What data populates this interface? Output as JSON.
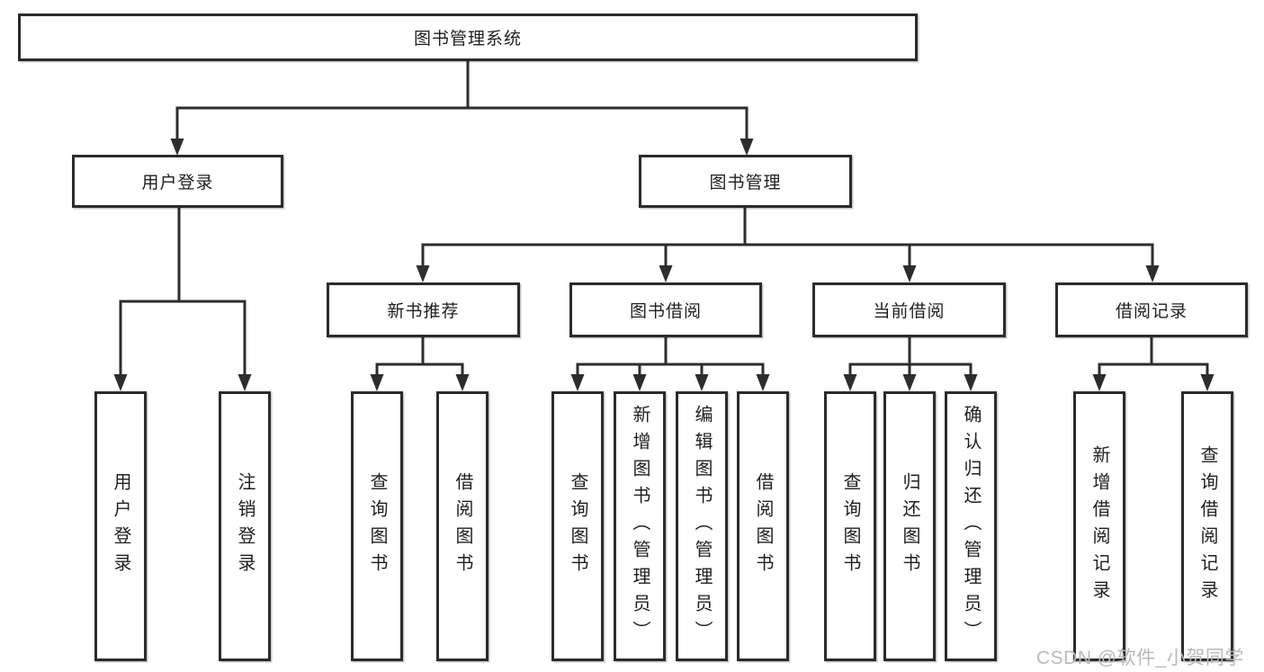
{
  "colors": {
    "background": "#ffffff",
    "line": "#2d2d2d",
    "box_border": "#2b2b2b",
    "text": "#1f1f1f",
    "watermark": "#b9b9b9"
  },
  "watermark": "CSDN @软件_小贺同学",
  "tree": {
    "root": {
      "label": "图书管理系统"
    },
    "branches": [
      {
        "label": "用户登录",
        "children": [
          {
            "label": "用户登录"
          },
          {
            "label": "注销登录"
          }
        ]
      },
      {
        "label": "图书管理",
        "children": [
          {
            "label": "新书推荐",
            "children": [
              {
                "label": "查询图书"
              },
              {
                "label": "借阅图书"
              }
            ]
          },
          {
            "label": "图书借阅",
            "children": [
              {
                "label": "查询图书"
              },
              {
                "label": "新增图书（管理员）"
              },
              {
                "label": "编辑图书（管理员）"
              },
              {
                "label": "借阅图书"
              }
            ]
          },
          {
            "label": "当前借阅",
            "children": [
              {
                "label": "查询图书"
              },
              {
                "label": "归还图书"
              },
              {
                "label": "确认归还（管理员）"
              }
            ]
          },
          {
            "label": "借阅记录",
            "children": [
              {
                "label": "新增借阅记录"
              },
              {
                "label": "查询借阅记录"
              }
            ]
          }
        ]
      }
    ]
  }
}
